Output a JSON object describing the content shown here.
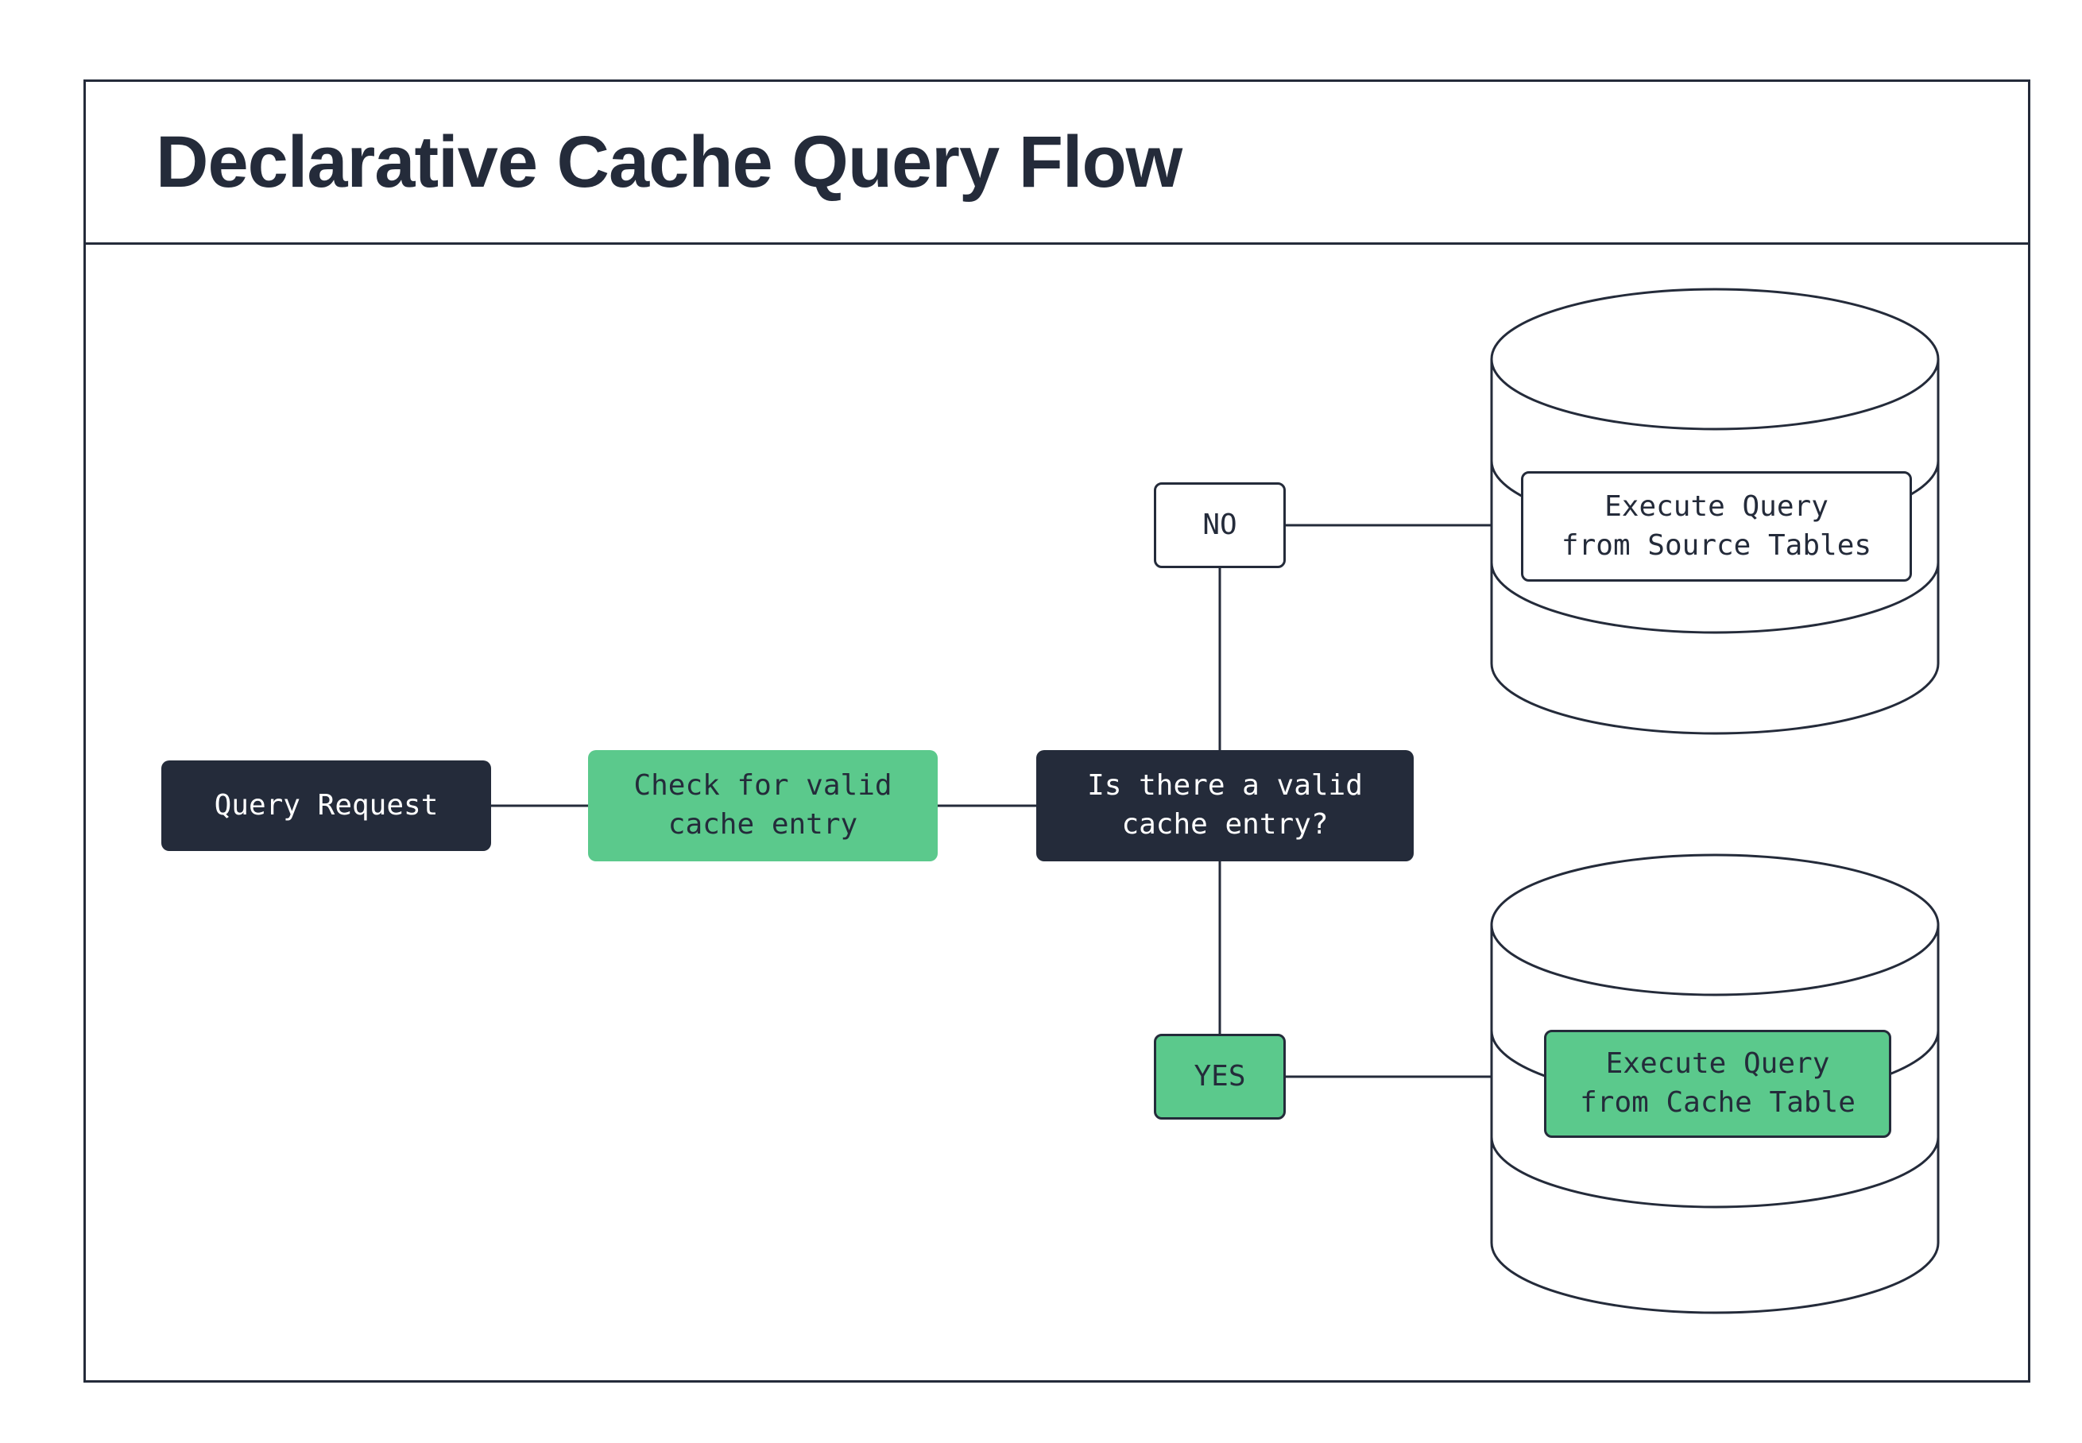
{
  "title": "Declarative Cache Query Flow",
  "colors": {
    "dark": "#242b3a",
    "green": "#5bc98c",
    "bg": "#ffffff"
  },
  "nodes": {
    "query_request": "Query Request",
    "check_cache": "Check for valid\ncache entry",
    "decision": "Is there a valid\ncache entry?",
    "no_label": "NO",
    "yes_label": "YES",
    "source_db_label": "Execute Query\nfrom Source Tables",
    "cache_db_label": "Execute Query\nfrom Cache Table"
  },
  "icons": {
    "source_database": "database-cylinder",
    "cache_database": "database-cylinder"
  }
}
